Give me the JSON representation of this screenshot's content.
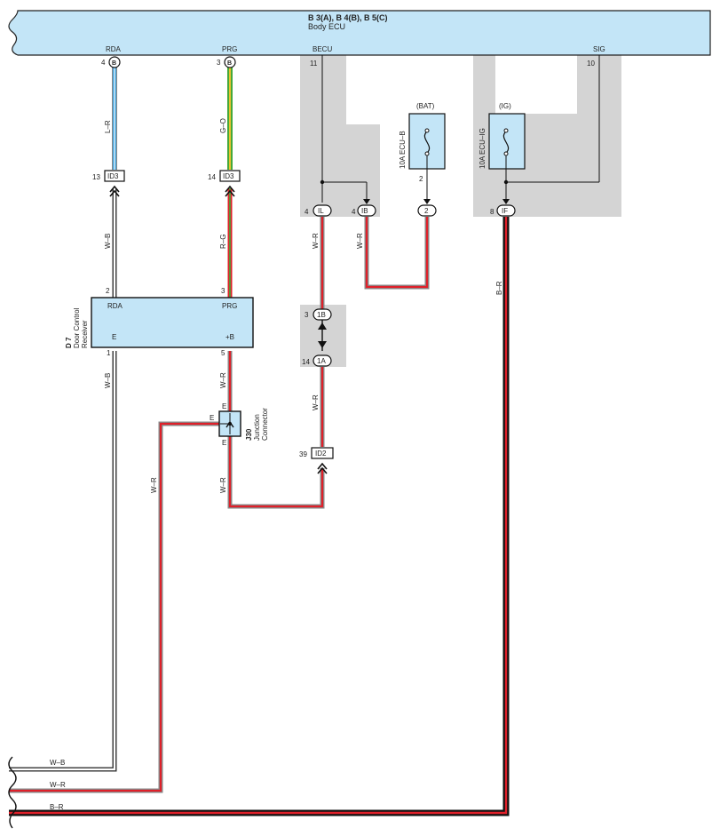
{
  "ecu": {
    "ids": "B 3(A), B 4(B), B 5(C)",
    "name": "Body ECU",
    "pins": {
      "rda": {
        "label": "RDA",
        "num": "4",
        "conn": "B"
      },
      "prg": {
        "label": "PRG",
        "num": "3",
        "conn": "B"
      },
      "becu": {
        "label": "BECU",
        "num": "11"
      },
      "sig": {
        "label": "SIG",
        "num": "10"
      }
    }
  },
  "wires": {
    "lr": "L–R",
    "go": "G–O",
    "wb": "W–B",
    "rg": "R–G",
    "wr": "W–R",
    "br": "B–R"
  },
  "connectors": {
    "id3_left": {
      "num": "13",
      "label": "ID3"
    },
    "id3_right": {
      "num": "14",
      "label": "ID3"
    },
    "il": {
      "num": "4",
      "label": "IL"
    },
    "ib": {
      "num": "4",
      "label": "IB"
    },
    "p2": {
      "label": "2"
    },
    "if": {
      "num": "8",
      "label": "IF"
    },
    "b1": {
      "num": "3",
      "label": "1B"
    },
    "a1": {
      "num": "14",
      "label": "1A"
    },
    "id2": {
      "num": "39",
      "label": "ID2"
    }
  },
  "fuses": {
    "bat": {
      "source": "(BAT)",
      "name": "10A ECU–B",
      "pin": "2"
    },
    "ig": {
      "source": "(IG)",
      "name": "10A ECU–IG"
    }
  },
  "receiver": {
    "id": "D 7",
    "name_line1": "Door Control",
    "name_line2": "Receiver",
    "pin_rda": "RDA",
    "pin_prg": "PRG",
    "pin_e": "E",
    "pin_b": "+B",
    "num_rda": "2",
    "num_prg": "3",
    "num_e": "1",
    "num_b": "5"
  },
  "junction": {
    "id": "J30",
    "name_line1": "Junction",
    "name_line2": "Connector",
    "e": "E"
  },
  "colors": {
    "component_fill": "#c3e5f7",
    "splice_bg": "#d4d4d4",
    "red": "#e0202a",
    "blue": "#3aa0dc",
    "green": "#46a83a",
    "yellow": "#e8c230"
  }
}
